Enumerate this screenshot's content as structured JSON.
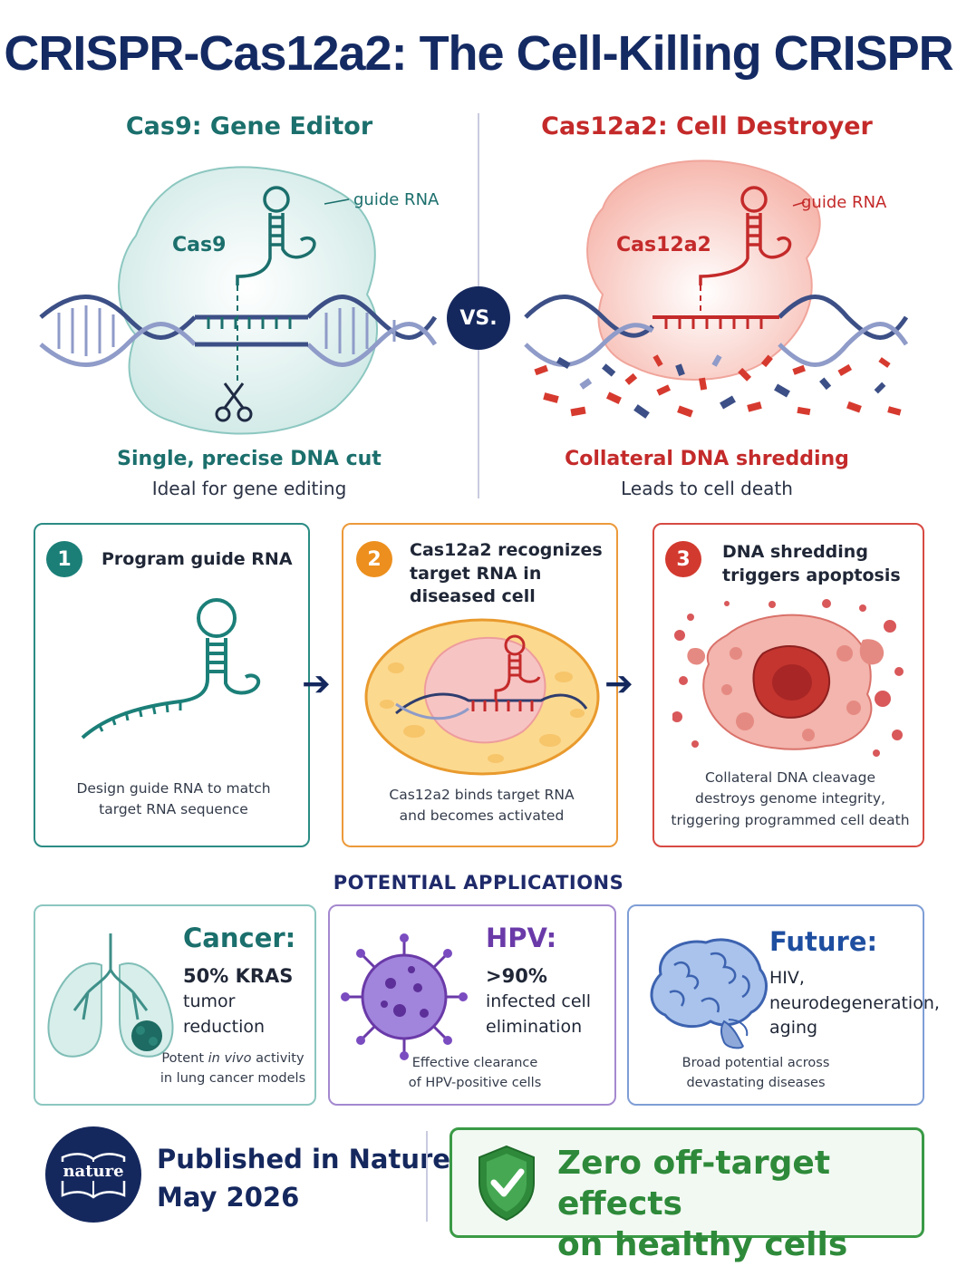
{
  "title": "CRISPR-Cas12a2: The Cell-Killing CRISPR",
  "compare": {
    "left": {
      "heading": "Cas9: Gene Editor",
      "protein_label": "Cas9",
      "guide_label": "guide RNA",
      "caption_main": "Single, precise DNA cut",
      "caption_sub": "Ideal for gene editing",
      "color": "#1b6f6c"
    },
    "vs": "VS.",
    "right": {
      "heading": "Cas12a2: Cell Destroyer",
      "protein_label": "Cas12a2",
      "guide_label": "guide RNA",
      "caption_main": "Collateral DNA shredding",
      "caption_sub": "Leads to cell death",
      "color": "#c42a2a"
    }
  },
  "steps": [
    {
      "number": "1",
      "title_lines": [
        "Program guide RNA"
      ],
      "caption_lines": [
        "Design guide RNA to match",
        "target RNA sequence"
      ],
      "color": "#1b7f78"
    },
    {
      "number": "2",
      "title_lines": [
        "Cas12a2 recognizes",
        "target RNA in",
        "diseased cell"
      ],
      "caption_lines": [
        "Cas12a2 binds target RNA",
        "and becomes activated"
      ],
      "color": "#ec8f1e"
    },
    {
      "number": "3",
      "title_lines": [
        "DNA shredding",
        "triggers apoptosis"
      ],
      "caption_lines": [
        "Collateral DNA cleavage",
        "destroys genome integrity,",
        "triggering programmed cell death"
      ],
      "color": "#d23a2f"
    }
  ],
  "applications": {
    "heading": "POTENTIAL APPLICATIONS",
    "items": [
      {
        "head": "Cancer:",
        "lines": [
          "50% KRAS",
          "tumor reduction"
        ],
        "caption_pre": "Potent ",
        "caption_em": "in vivo",
        "caption_post": " activity",
        "caption_line2": "in lung cancer models",
        "color": "#1b6f6c"
      },
      {
        "head": "HPV:",
        "lines": [
          ">90%",
          "infected cell",
          "elimination"
        ],
        "caption_line1": "Effective clearance",
        "caption_line2": "of HPV-positive cells",
        "color": "#6a3aa8"
      },
      {
        "head": "Future:",
        "lines": [
          "HIV,",
          "neurodegeneration,",
          "aging"
        ],
        "caption_line1": "Broad potential across",
        "caption_line2": "devastating diseases",
        "color": "#1e4ea0"
      }
    ]
  },
  "footer": {
    "logo_text": "nature",
    "published_line1": "Published in Nature,",
    "published_line2": "May 2026",
    "claim_line1": "Zero off-target effects",
    "claim_line2": "on healthy cells",
    "claim_color": "#2e8a3a"
  }
}
